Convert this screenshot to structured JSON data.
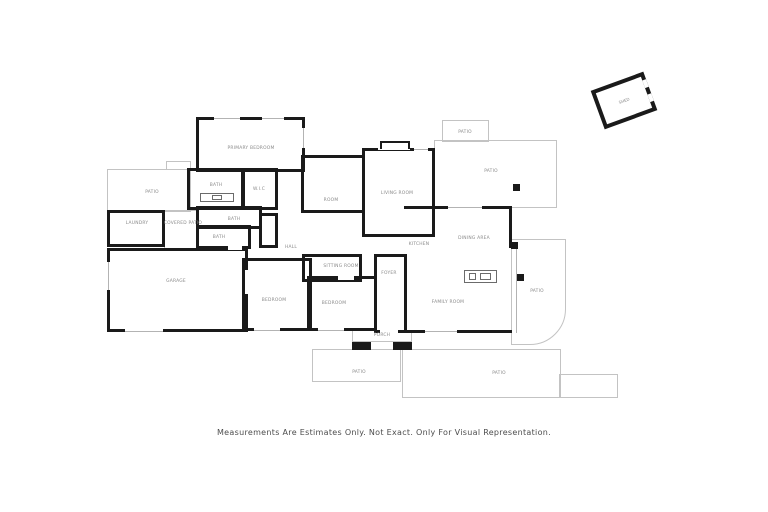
{
  "canvas": {
    "background": "#ffffff",
    "wall_color": "#1a1a1a",
    "thin_line_color": "#c3c3c3",
    "label_color": "#8a8a8a"
  },
  "rooms": {
    "primary_bedroom": {
      "label": "PRIMARY BEDROOM"
    },
    "bath_primary": {
      "label": "BATH"
    },
    "wic": {
      "label": "W.I.C"
    },
    "patio_top_left": {
      "label": "PATIO"
    },
    "laundry": {
      "label": "LAUNDRY"
    },
    "covered_patio": {
      "label": "COVERED PATIO"
    },
    "bath_hall": {
      "label": "BATH"
    },
    "bath_2": {
      "label": "BATH"
    },
    "hall": {
      "label": "HALL"
    },
    "room": {
      "label": "ROOM"
    },
    "living_room": {
      "label": "LIVING ROOM"
    },
    "kitchen": {
      "label": "KITCHEN"
    },
    "dining_area": {
      "label": "DINING AREA"
    },
    "family_room": {
      "label": "FAMILY ROOM"
    },
    "sitting_room": {
      "label": "SITTING ROOM"
    },
    "bedroom_left": {
      "label": "BEDROOM"
    },
    "bedroom_right": {
      "label": "BEDROOM"
    },
    "foyer": {
      "label": "FOYER"
    },
    "porch": {
      "label": "PORCH"
    },
    "garage": {
      "label": "GARAGE"
    },
    "patio_top": {
      "label": "PATIO"
    },
    "patio_upper_right": {
      "label": "PATIO"
    },
    "patio_right": {
      "label": "PATIO"
    },
    "patio_bottom_left": {
      "label": "PATIO"
    },
    "patio_bottom_right": {
      "label": "PATIO"
    },
    "shed": {
      "label": "SHED"
    }
  },
  "disclaimer": "Measurements Are Estimates Only. Not Exact. Only For Visual Representation."
}
